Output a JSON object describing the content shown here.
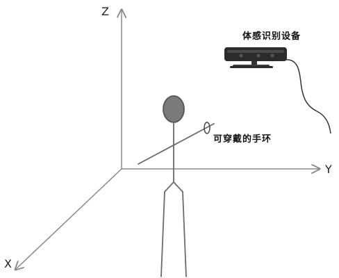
{
  "axes": {
    "z_label": "Z",
    "y_label": "Y",
    "x_label": "X"
  },
  "labels": {
    "sensor": "体感识别设备",
    "wristband": "可穿戴的手环"
  },
  "colors": {
    "axis": "#8a8a8a",
    "figure_line": "#6b6b6b",
    "head_fill": "#7a7a7a",
    "device_body": "#2b2b2b",
    "cable": "#333333"
  }
}
